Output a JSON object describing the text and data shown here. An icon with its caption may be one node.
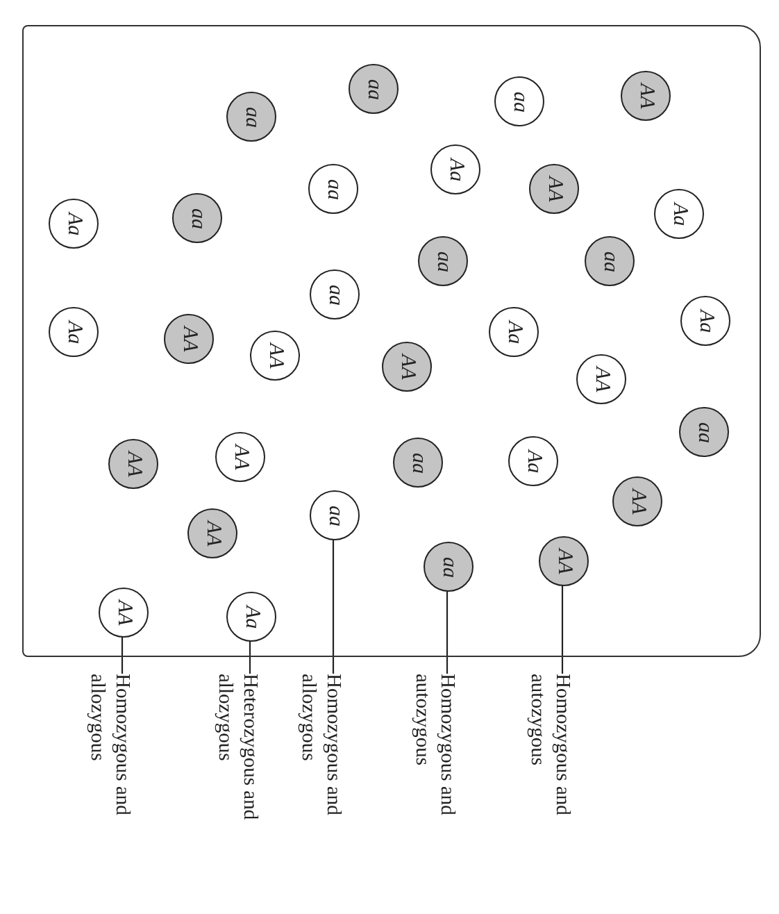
{
  "diagram": {
    "nodes": [
      {
        "text": [],
        "shape": "box"
      },
      {
        "text": [
          "aa"
        ],
        "in": 0
      },
      {
        "text": [
          "AA"
        ],
        "in": 0
      },
      {
        "text": [
          "aa"
        ],
        "in": 0
      },
      {
        "text": [
          "aa"
        ],
        "in": 0
      },
      {
        "text": [
          "Aa"
        ],
        "in": 0
      },
      {
        "text": [
          "aa"
        ],
        "in": 0
      },
      {
        "text": [
          "AA"
        ],
        "in": 0
      },
      {
        "text": [
          "Aa"
        ],
        "in": 0
      },
      {
        "text": [
          "aa"
        ],
        "in": 0
      },
      {
        "text": [
          "Aa"
        ],
        "in": 0
      },
      {
        "text": [
          "aa"
        ],
        "in": 0
      },
      {
        "text": [
          "aa"
        ],
        "in": 0
      },
      {
        "text": [
          "aa"
        ],
        "in": 0
      },
      {
        "text": [
          "Aa"
        ],
        "in": 0
      },
      {
        "text": [
          "Aa"
        ],
        "in": 0
      },
      {
        "text": [
          "Aa"
        ],
        "in": 0
      },
      {
        "text": [
          "AA"
        ],
        "in": 0
      },
      {
        "text": [
          "AA"
        ],
        "in": 0
      },
      {
        "text": [
          "AA"
        ],
        "in": 0
      },
      {
        "text": [
          "AA"
        ],
        "in": 0
      },
      {
        "text": [
          "aa"
        ],
        "in": 0
      },
      {
        "text": [
          "AA"
        ],
        "in": 0
      },
      {
        "text": [
          "AA"
        ],
        "in": 0
      },
      {
        "text": [
          "aa"
        ],
        "in": 0
      },
      {
        "text": [
          "Aa"
        ],
        "in": 0
      },
      {
        "text": [
          "AA"
        ],
        "in": 0
      },
      {
        "text": [
          "aa"
        ],
        "in": 0
      },
      {
        "text": [
          "AA"
        ],
        "in": 0
      },
      {
        "text": [
          "AA"
        ],
        "in": 0
      },
      {
        "text": [
          "aa"
        ],
        "in": 0
      },
      {
        "text": [
          "AA"
        ],
        "in": 0
      },
      {
        "text": [
          "Aa"
        ],
        "in": 0
      },
      {
        "text": [
          "Homozygous and allozygous"
        ]
      },
      {
        "text": [
          "Heterozygous and allozygous"
        ]
      },
      {
        "text": [
          "Homozygous and allozygous"
        ]
      },
      {
        "text": [
          "Homozygous and autozygous"
        ]
      },
      {
        "text": [
          "Homozygous and autozygous"
        ]
      }
    ],
    "edges": [
      {
        "from": 33,
        "to": 31,
        "arrow": "none"
      },
      {
        "from": 34,
        "to": 32,
        "arrow": "none"
      },
      {
        "from": 35,
        "to": 27,
        "arrow": "none"
      },
      {
        "from": 36,
        "to": 30,
        "arrow": "none"
      },
      {
        "from": 37,
        "to": 29,
        "arrow": "none"
      }
    ]
  }
}
